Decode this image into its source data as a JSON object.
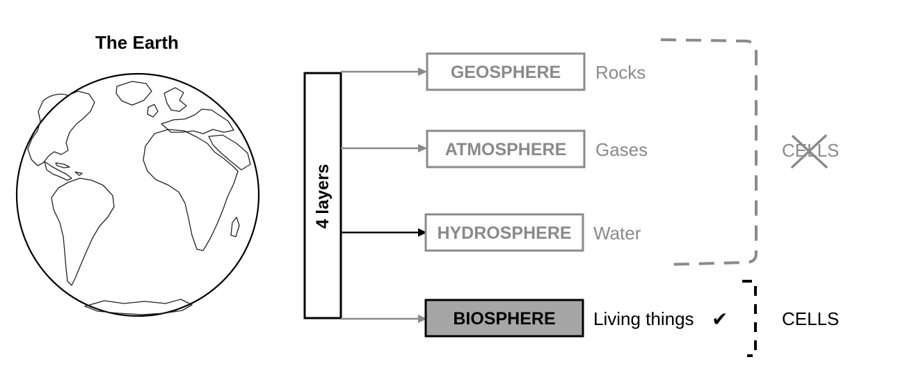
{
  "globe": {
    "title": "The Earth"
  },
  "bracket_label": "4 layers",
  "layers": [
    {
      "name": "GEOSPHERE",
      "description": "Rocks"
    },
    {
      "name": "ATMOSPHERE",
      "description": "Gases"
    },
    {
      "name": "HYDROSPHERE",
      "description": "Water"
    },
    {
      "name": "BIOSPHERE",
      "description": "Living things"
    }
  ],
  "check_mark": "✔",
  "cells_crossed": "CELLS",
  "cells": "CELLS",
  "colors": {
    "muted": "#8a8a8a",
    "dark": "#000000",
    "biosphere_fill": "#a6a6a6"
  },
  "icons": {
    "globe": "earth-globe-icon",
    "check": "check-mark-icon",
    "cross": "cross-out-icon"
  }
}
